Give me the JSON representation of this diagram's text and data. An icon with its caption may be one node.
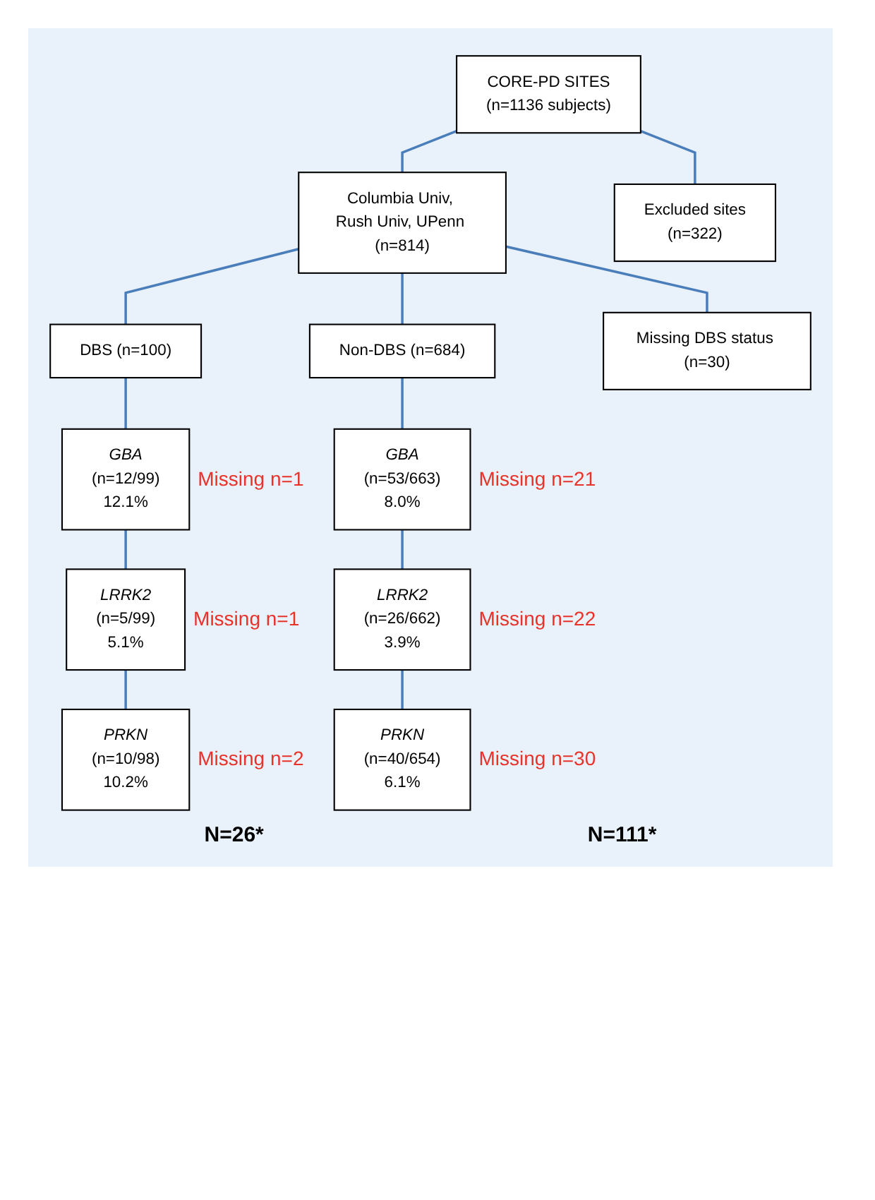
{
  "diagram": {
    "nodes": [
      {
        "text": [
          "CORE-PD SITES",
          "(n=1136 subjects)"
        ]
      },
      {
        "text": [
          "Columbia Univ, Rush Univ, UPenn (n=814)"
        ]
      },
      {
        "text": [
          "Excluded sites",
          "(n=322)"
        ]
      },
      {
        "text": [
          "DBS (n=100)"
        ]
      },
      {
        "text": [
          "Non-DBS (n=684)"
        ]
      },
      {
        "text": [
          "Missing DBS status (n=30)"
        ]
      },
      {
        "text": [
          "GBA",
          "(n=12/99)",
          "12.1%"
        ],
        "beside": [
          "Missing n=1"
        ]
      },
      {
        "text": [
          "LRRK2",
          "(n=5/99)",
          "5.1%"
        ],
        "beside": [
          "Missing n=1"
        ]
      },
      {
        "text": [
          "PRKN",
          "(n=10/98)",
          "10.2%"
        ],
        "beside": [
          "Missing n=2"
        ]
      },
      {
        "text": [
          "GBA",
          "(n=53/663)",
          "8.0%"
        ],
        "beside": [
          "Missing n=21"
        ]
      },
      {
        "text": [
          "LRRK2",
          "(n=26/662)",
          "3.9%"
        ],
        "beside": [
          "Missing n=22"
        ]
      },
      {
        "text": [
          "PRKN",
          "(n=40/654)",
          "6.1%"
        ],
        "beside": [
          "Missing n=30"
        ]
      }
    ],
    "edges": [
      {
        "from": 0,
        "to": 1,
        "arrow": "none"
      },
      {
        "from": 0,
        "to": 2,
        "arrow": "none"
      },
      {
        "from": 1,
        "to": 3,
        "arrow": "none"
      },
      {
        "from": 1,
        "to": 4,
        "arrow": "none"
      },
      {
        "from": 1,
        "to": 5,
        "arrow": "none"
      },
      {
        "from": 3,
        "to": 6,
        "arrow": "none"
      },
      {
        "from": 6,
        "to": 7,
        "arrow": "none"
      },
      {
        "from": 7,
        "to": 8,
        "arrow": "none"
      },
      {
        "from": 4,
        "to": 9,
        "arrow": "none"
      },
      {
        "from": 9,
        "to": 10,
        "arrow": "none"
      },
      {
        "from": 10,
        "to": 11,
        "arrow": "none"
      }
    ],
    "labels": [
      "N=26*",
      "N=111*"
    ]
  }
}
